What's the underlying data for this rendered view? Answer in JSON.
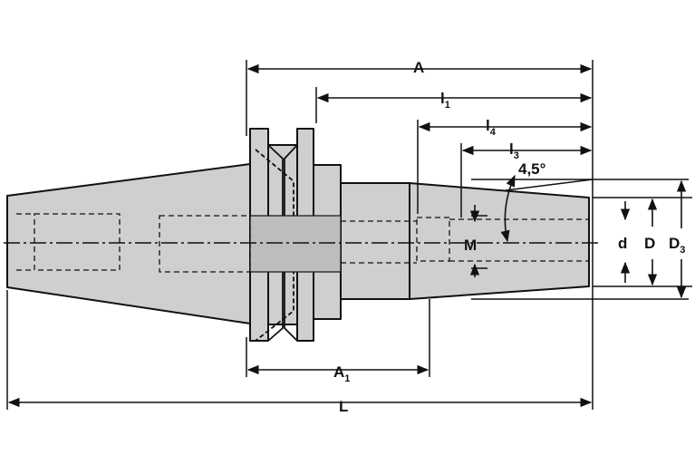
{
  "diagram": {
    "labels": {
      "A": "A",
      "l1": "l",
      "l1_sub": "1",
      "l4": "l",
      "l4_sub": "4",
      "l3": "l",
      "l3_sub": "3",
      "angle": "4,5°",
      "M": "M",
      "d": "d",
      "D": "D",
      "D3": "D",
      "D3_sub": "3",
      "A1": "A",
      "A1_sub": "1",
      "L": "L"
    },
    "colors": {
      "body_fill": "#cfcfcf",
      "outline": "#111111",
      "background": "#ffffff"
    }
  }
}
